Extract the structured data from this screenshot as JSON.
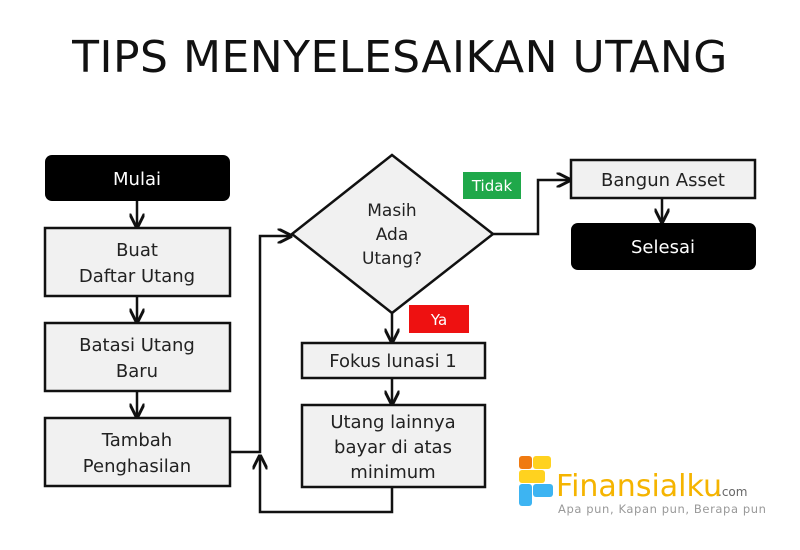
{
  "title": "TIPS MENYELESAIKAN UTANG",
  "nodes": {
    "start": "Mulai",
    "step1": [
      "Buat",
      "Daftar Utang"
    ],
    "step2": [
      "Batasi Utang",
      "Baru"
    ],
    "step3": [
      "Tambah",
      "Penghasilan"
    ],
    "decision": [
      "Masih",
      "Ada",
      "Utang?"
    ],
    "no_label": "Tidak",
    "yes_label": "Ya",
    "focus": "Fokus lunasi 1",
    "others": [
      "Utang lainnya",
      "bayar di atas",
      "minimum"
    ],
    "asset": "Bangun Asset",
    "end": "Selesai"
  },
  "logo": {
    "name": "Finansialku",
    "suffix": ".com",
    "tagline": "Apa pun, Kapan pun, Berapa pun"
  },
  "colors": {
    "no": "#1fa84a",
    "yes": "#ee1111",
    "logo_text": "#f5b400",
    "tagline": "#999999"
  }
}
